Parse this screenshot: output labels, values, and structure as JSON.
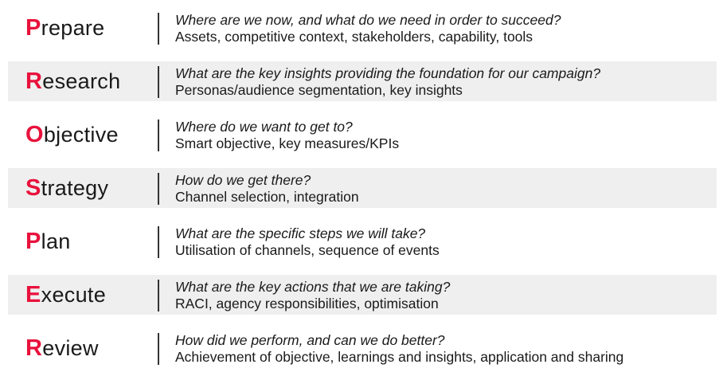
{
  "accent_color": "#e8123c",
  "rows": [
    {
      "initial": "P",
      "rest": "repare",
      "question": "Where are we now, and what do we need in order to succeed?",
      "detail": "Assets, competitive context, stakeholders, capability, tools"
    },
    {
      "initial": "R",
      "rest": "esearch",
      "question": "What are the key insights providing the foundation for our campaign?",
      "detail": "Personas/audience segmentation, key insights"
    },
    {
      "initial": "O",
      "rest": "bjective",
      "question": "Where do we want to get to?",
      "detail": "Smart objective, key measures/KPIs"
    },
    {
      "initial": "S",
      "rest": "trategy",
      "question": "How do we get there?",
      "detail": "Channel selection, integration"
    },
    {
      "initial": "P",
      "rest": "lan",
      "question": "What are the specific steps we will take?",
      "detail": "Utilisation of channels, sequence of events"
    },
    {
      "initial": "E",
      "rest": "xecute",
      "question": "What are the key actions that we are taking?",
      "detail": "RACI, agency responsibilities, optimisation"
    },
    {
      "initial": "R",
      "rest": "eview",
      "question": "How did we perform, and can we do better?",
      "detail": "Achievement of objective, learnings and insights, application and sharing"
    }
  ]
}
